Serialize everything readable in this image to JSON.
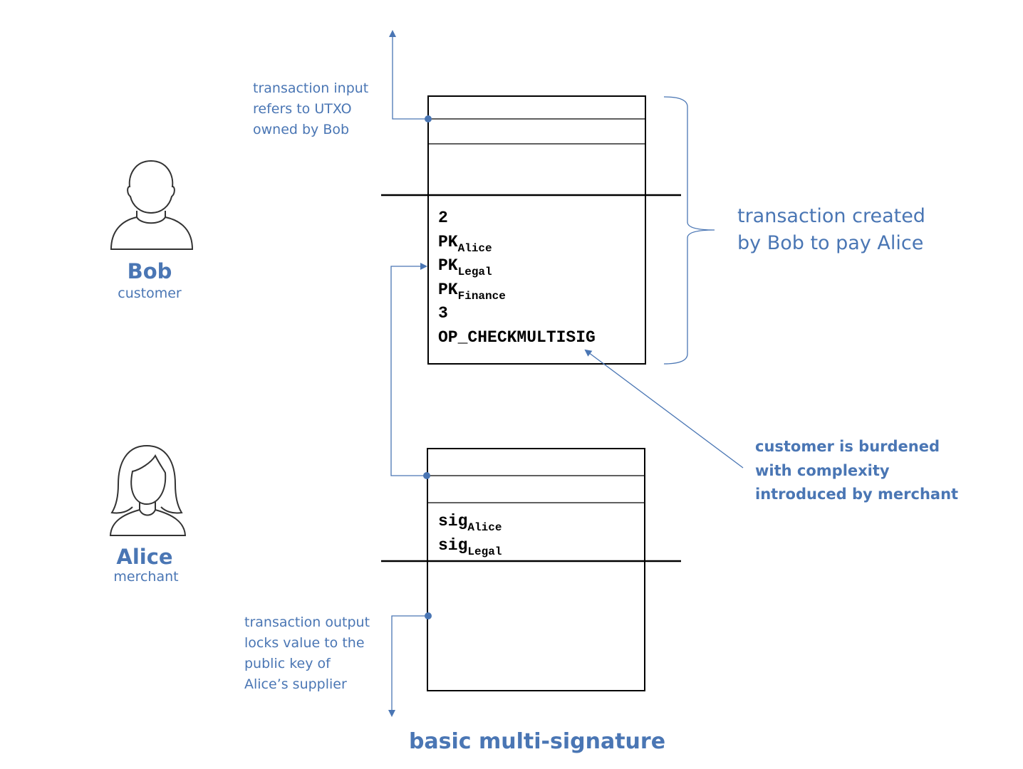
{
  "colors": {
    "accent": "#4a76b4",
    "line": "#000000"
  },
  "people": {
    "bob": {
      "name": "Bob",
      "role": "customer",
      "icon": "male-person-icon"
    },
    "alice": {
      "name": "Alice",
      "role": "merchant",
      "icon": "female-person-icon"
    }
  },
  "annotations": {
    "input_note": [
      "transaction input",
      "refers to UTXO",
      "owned by Bob"
    ],
    "tx_created": [
      "transaction created",
      "by Bob to pay Alice"
    ],
    "burden": [
      "customer is burdened",
      "with complexity",
      "introduced by merchant"
    ],
    "output_note": [
      "transaction output",
      "locks value to the",
      "public key of",
      "Alice’s supplier"
    ]
  },
  "tx1": {
    "lines": [
      {
        "text": "2",
        "sub": ""
      },
      {
        "text": "PK",
        "sub": "Alice"
      },
      {
        "text": "PK",
        "sub": "Legal"
      },
      {
        "text": "PK",
        "sub": "Finance"
      },
      {
        "text": "3",
        "sub": ""
      },
      {
        "text": "OP_CHECKMULTISIG",
        "sub": ""
      }
    ]
  },
  "tx2": {
    "lines": [
      {
        "text": "sig",
        "sub": "Alice"
      },
      {
        "text": "sig",
        "sub": "Legal"
      }
    ]
  },
  "title": "basic multi-signature"
}
